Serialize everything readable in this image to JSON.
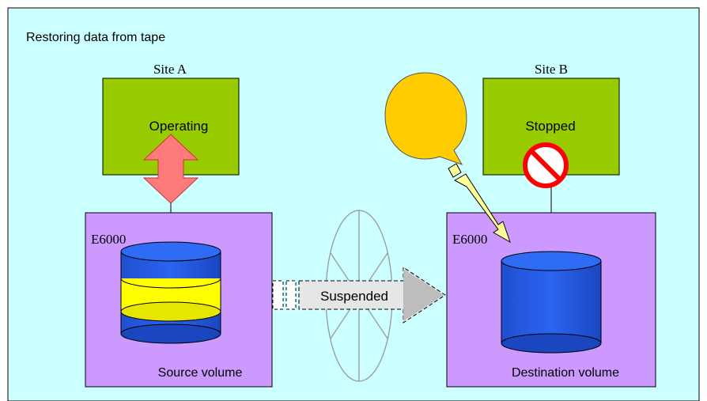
{
  "title": "Restoring data from tape",
  "site_a": {
    "label": "Site A",
    "status": "Operating",
    "storage_label": "E6000",
    "volume_label": "Source volume"
  },
  "site_b": {
    "label": "Site B",
    "status": "Stopped",
    "storage_label": "E6000",
    "volume_label": "Destination volume"
  },
  "transfer": {
    "label": "Suspended"
  },
  "colors": {
    "panel_background": "#ccffff",
    "server_fill": "#99cc00",
    "storage_fill": "#cc99ff",
    "disk_blue": "#1a53d6",
    "disk_band_yellow": "#ffff00",
    "operating_arrow": "#ff6666",
    "callout_fill": "#ffcc00",
    "pointer_arrow": "#ffff99",
    "stop_sign_red": "#ff0000"
  },
  "icons": [
    "bidirectional-arrow-icon",
    "callout-bubble-icon",
    "pointer-arrow-icon",
    "prohibited-icon",
    "database-cylinder-icon",
    "suspended-arrow-icon",
    "stopped-line-icon"
  ]
}
